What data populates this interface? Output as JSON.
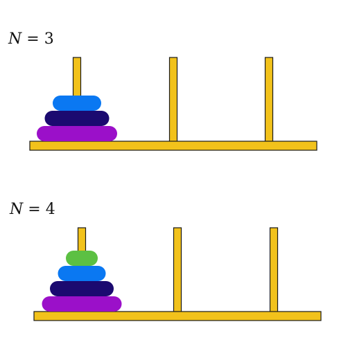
{
  "colors": {
    "wood": "#f2c21b",
    "outline": "#1a1a1a",
    "disk_red_purple": "#9b10c9",
    "disk_navy": "#1b0a70",
    "disk_blue": "#0a78f2",
    "disk_green": "#5cc043"
  },
  "puzzles": [
    {
      "label": {
        "variable": "N",
        "operator": "=",
        "value": "3"
      },
      "pegs": 3,
      "disks": [
        {
          "size": 3,
          "color": "#9b10c9"
        },
        {
          "size": 2,
          "color": "#1b0a70"
        },
        {
          "size": 1,
          "color": "#0a78f2"
        }
      ]
    },
    {
      "label": {
        "variable": "N",
        "operator": "=",
        "value": "4"
      },
      "pegs": 3,
      "disks": [
        {
          "size": 4,
          "color": "#9b10c9"
        },
        {
          "size": 3,
          "color": "#1b0a70"
        },
        {
          "size": 2,
          "color": "#0a78f2"
        },
        {
          "size": 1,
          "color": "#5cc043"
        }
      ]
    }
  ]
}
